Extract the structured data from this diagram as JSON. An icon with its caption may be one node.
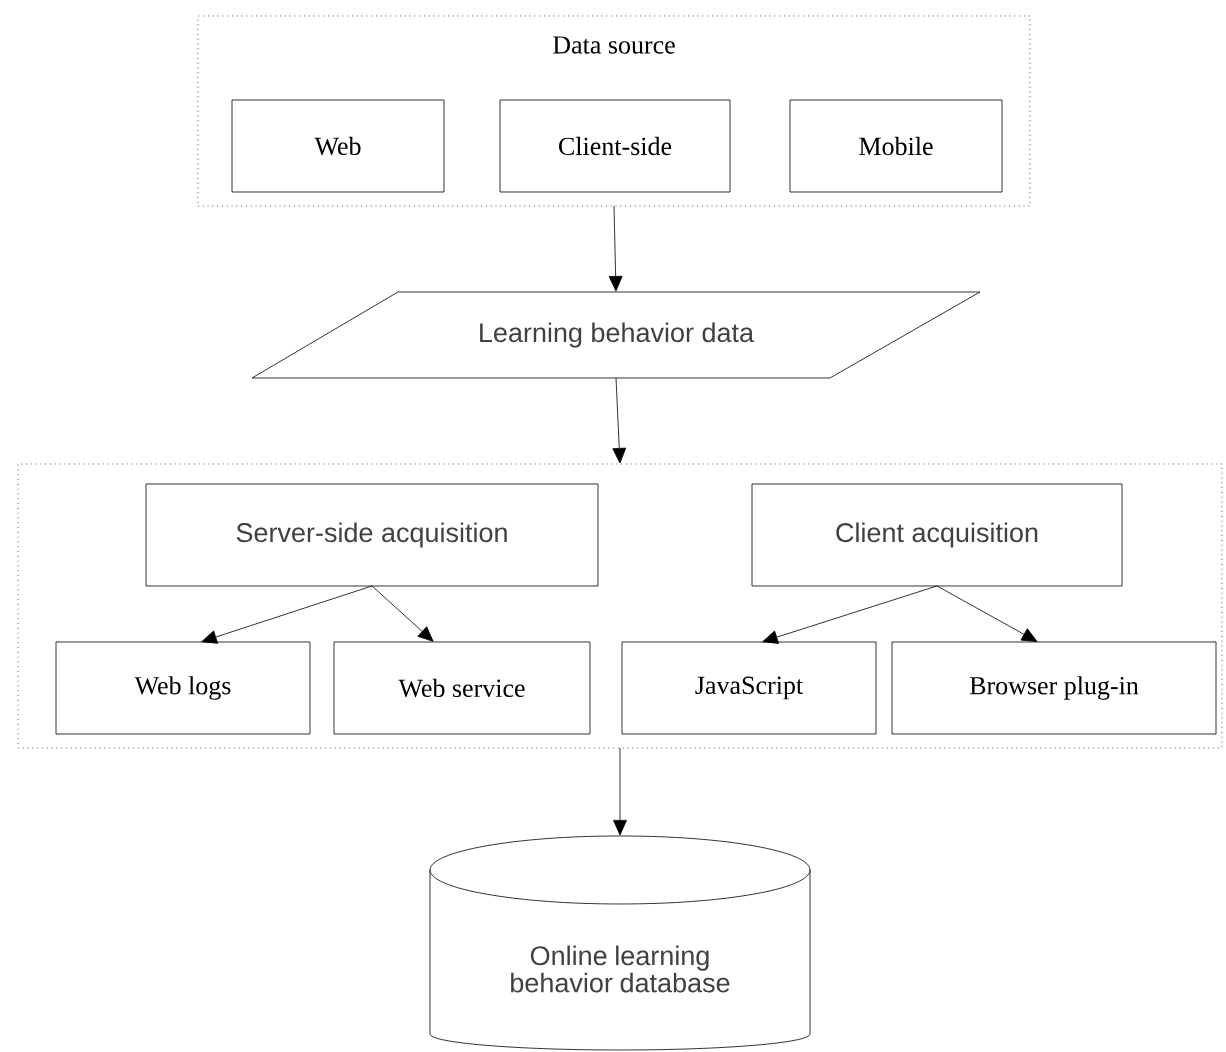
{
  "diagram": {
    "nodes": [
      {
        "text": [
          "Data source"
        ]
      },
      {
        "text": [
          "Web"
        ],
        "in": 0
      },
      {
        "text": [
          "Client-side"
        ],
        "in": 0
      },
      {
        "text": [
          "Mobile"
        ],
        "in": 0
      },
      {
        "text": [
          "Learning behavior data"
        ]
      },
      {
        "text": [],
        "shape": "box"
      },
      {
        "text": [
          "Server-side acquisition"
        ],
        "in": 5
      },
      {
        "text": [
          "Client acquisition"
        ],
        "in": 5
      },
      {
        "text": [
          "Web logs"
        ],
        "in": 5
      },
      {
        "text": [
          "Web service"
        ],
        "in": 5
      },
      {
        "text": [
          "JavaScript"
        ],
        "in": 5
      },
      {
        "text": [
          "Browser plug-in"
        ],
        "in": 5
      },
      {
        "text": [
          "Online learning behavior database"
        ]
      }
    ],
    "edges": [
      {
        "from": 0,
        "to": 4,
        "arrow": "to"
      },
      {
        "from": 4,
        "to": 5,
        "arrow": "to"
      },
      {
        "from": 6,
        "to": 8,
        "arrow": "to"
      },
      {
        "from": 6,
        "to": 9,
        "arrow": "to"
      },
      {
        "from": 7,
        "to": 10,
        "arrow": "to"
      },
      {
        "from": 7,
        "to": 11,
        "arrow": "to"
      },
      {
        "from": 5,
        "to": 12,
        "arrow": "to"
      }
    ]
  }
}
